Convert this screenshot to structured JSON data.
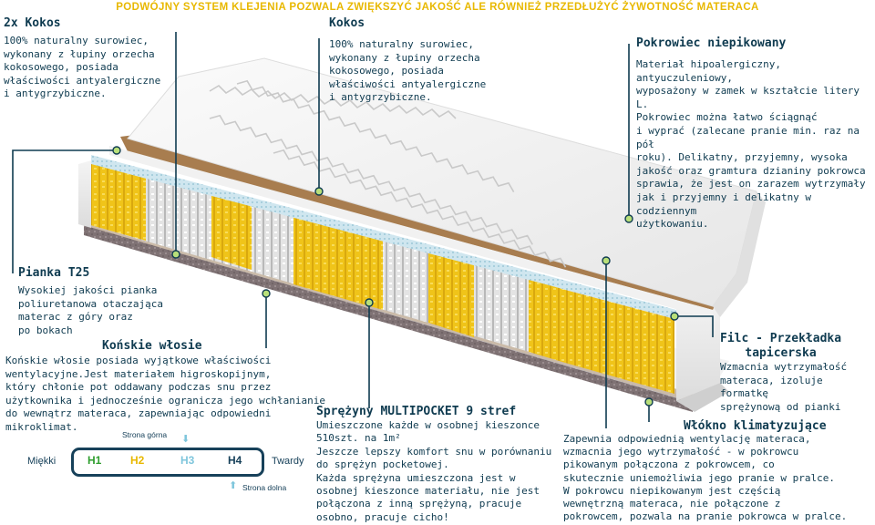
{
  "banner": "PODWÓJNY SYSTEM KLEJENIA POZWALA ZWIĘKSZYĆ JAKOŚĆ ALE RÓWNIEŻ PRZEDŁUŻYĆ ŻYWOTNOŚĆ MATERACA",
  "kokos2": {
    "title": "2x Kokos",
    "body": "100% naturalny surowiec,\nwykonany z łupiny orzecha\nkokosowego, posiada\nwłaściwości antyalergiczne\ni antygrzybiczne."
  },
  "kokos": {
    "title": "Kokos",
    "body": "100% naturalny surowiec,\nwykonany z łupiny orzecha\nkokosowego, posiada\nwłaściwości antyalergiczne\ni antygrzybiczne."
  },
  "pokrowiec": {
    "title": "Pokrowiec niepikowany",
    "body": "Materiał hipoalergiczny, antyuczuleniowy,\nwyposażony w zamek w kształcie litery L.\nPokrowiec można łatwo ściągnąć\ni wyprać (zalecane pranie min. raz na pół\nroku). Delikatny, przyjemny, wysoka\njakość oraz gramtura dzianiny pokrowca\nsprawia, że jest on zarazem wytrzymały\njak i przyjemny i delikatny w codziennym\nużytkowaniu."
  },
  "pianka": {
    "title": "Pianka T25",
    "body": "Wysokiej jakości pianka\npoliuretanowa otaczająca\nmaterac z góry oraz\npo bokach"
  },
  "wlosie": {
    "title": "Końskie włosie",
    "body": "Końskie włosie posiada wyjątkowe właściwości\nwentylacyjne.Jest materiałem higroskopijnym,\nktóry chłonie pot oddawany podczas snu przez\nużytkownika i jednocześnie ogranicza jego wchłanianie\ndo wewnątrz materaca, zapewniając odpowiedni\nmikroklimat."
  },
  "sprezyny": {
    "title": "Sprężyny MULTIPOCKET 9 stref",
    "body": "Umieszczone każde w osobnej kieszonce\n510szt. na 1m²\nJeszcze lepszy komfort snu w porównaniu\ndo sprężyn pocketowej.\nKażda sprężyna umieszczona jest w\nosobnej kieszonce materiału, nie jest\npołączona z inną sprężyną, pracuje\nosobno, pracuje cicho!"
  },
  "filc": {
    "title": "Filc - Przekładka\ntapicerska",
    "body": "Wzmacnia wytrzymałość\nmateraca, izoluje formatkę\nsprężynową od pianki"
  },
  "wlokno": {
    "title": "Włókno klimatyzujące",
    "body": "Zapewnia odpowiednią wentylację materaca,\nwzmacnia jego wytrzymałość - w pokrowcu\npikowanym połączona z pokrowcem, co\nskutecznie uniemożliwia jego pranie w pralce.\nW pokrowcu niepikowanym jest częścią\nwewnętrzną materaca, nie połączone z\npokrowcem, pozwala na pranie pokrowca w pralce."
  },
  "scale": {
    "left": "Miękki",
    "right": "Twardy",
    "levels": [
      "H1",
      "H2",
      "H3",
      "H4"
    ],
    "level_colors": [
      "#2e9e2e",
      "#e8b800",
      "#7fc6dc",
      "#17415a"
    ],
    "top_side": "Strona górna",
    "bottom_side": "Strona dolna"
  }
}
